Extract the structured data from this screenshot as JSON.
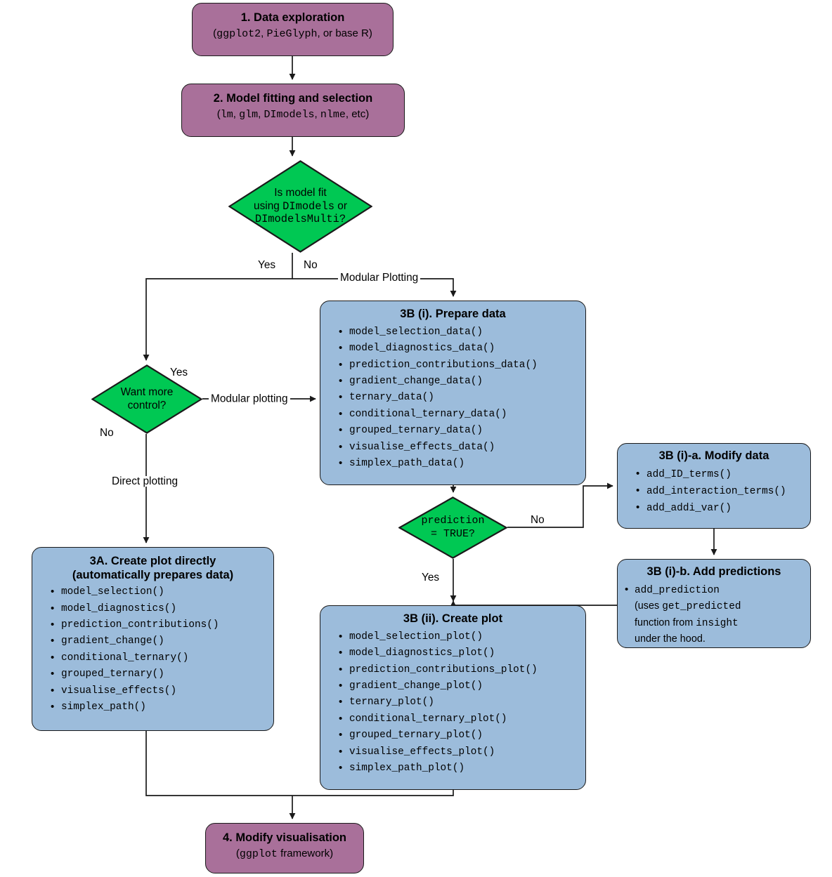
{
  "diagram": {
    "title": "DImodelsVis workflow flowchart",
    "colors": {
      "step_purple": "#a9709a",
      "step_blue": "#9cbcdb",
      "decision_green": "#00c853",
      "stroke": "#1a1a1a"
    }
  },
  "nodes": {
    "step1": {
      "title": "1. Data exploration",
      "sub_pre": "(",
      "sub_code1": "ggplot2",
      "sub_mid1": ", ",
      "sub_code2": "PieGlyph",
      "sub_post": ", or base R)"
    },
    "step2": {
      "title": "2. Model fitting and selection",
      "sub_pre": "(",
      "sub_code1": "lm",
      "sub_mid1": ", ",
      "sub_code2": "glm",
      "sub_mid2": ", ",
      "sub_code3": "DImodels",
      "sub_mid3": ", ",
      "sub_code4": "nlme",
      "sub_post": ", etc)"
    },
    "decision1": {
      "line1": "Is model fit",
      "line2_pre": "using ",
      "line2_code": "DImodels",
      "line2_post": " or",
      "line3_code": "DImodelsMulti",
      "line3_post": "?"
    },
    "decision2": {
      "line1": "Want more",
      "line2": "control?"
    },
    "decision3": {
      "line1": "prediction",
      "line2": "= TRUE?"
    },
    "step3bi": {
      "title": "3B (i). Prepare data",
      "items": [
        "model_selection_data()",
        "model_diagnostics_data()",
        "prediction_contributions_data()",
        "gradient_change_data()",
        "ternary_data()",
        "conditional_ternary_data()",
        "grouped_ternary_data()",
        "visualise_effects_data()",
        "simplex_path_data()"
      ]
    },
    "step3bia": {
      "title": "3B (i)-a. Modify data",
      "items": [
        "add_ID_terms()",
        "add_interaction_terms()",
        "add_addi_var()"
      ]
    },
    "step3bib": {
      "title": "3B (i)-b. Add predictions",
      "item_line1_code": "add_prediction",
      "item_line2_pre": "(uses ",
      "item_line2_code": "get_predicted",
      "item_line3_pre": "function from ",
      "item_line3_code": "insight",
      "item_line4": "under the hood."
    },
    "step3a": {
      "title_line1": "3A. Create plot directly",
      "title_line2": "(automatically prepares data)",
      "items": [
        "model_selection()",
        "model_diagnostics()",
        "prediction_contributions()",
        "gradient_change()",
        "conditional_ternary()",
        "grouped_ternary()",
        "visualise_effects()",
        "simplex_path()"
      ]
    },
    "step3bii": {
      "title": "3B (ii). Create plot",
      "items": [
        "model_selection_plot()",
        "model_diagnostics_plot()",
        "prediction_contributions_plot()",
        "gradient_change_plot()",
        "ternary_plot()",
        "conditional_ternary_plot()",
        "grouped_ternary_plot()",
        "visualise_effects_plot()",
        "simplex_path_plot()"
      ]
    },
    "step4": {
      "title": "4. Modify visualisation",
      "sub_pre": "(",
      "sub_code1": "ggplot",
      "sub_post": " framework)"
    }
  },
  "edge_labels": {
    "d1_yes": "Yes",
    "d1_no": "No",
    "modular_plotting_cap": "Modular Plotting",
    "d2_yes": "Yes",
    "d2_no": "No",
    "modular_plotting_low": "Modular plotting",
    "direct_plotting": "Direct plotting",
    "d3_no": "No",
    "d3_yes": "Yes"
  }
}
